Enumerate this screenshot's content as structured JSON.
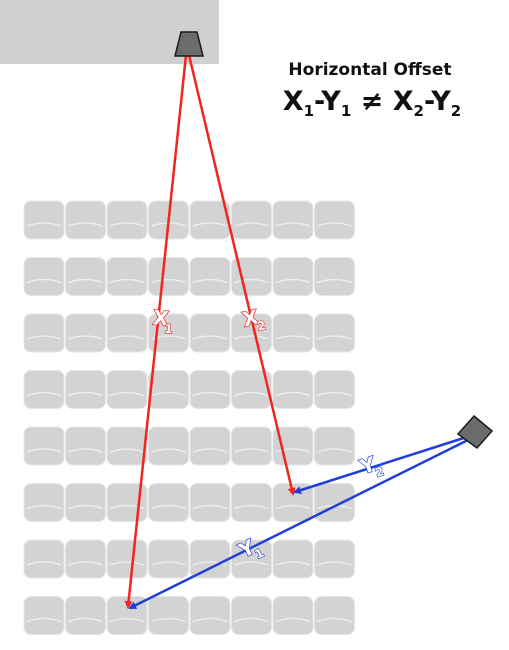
{
  "title": "Horizontal Offset",
  "formula": {
    "x1": "X",
    "x1_sub": "1",
    "sep1": "-",
    "y1": "Y",
    "y1_sub": "1",
    "neq": " ≠ ",
    "x2": "X",
    "x2_sub": "2",
    "sep2": "-",
    "y2": "Y",
    "y2_sub": "2"
  },
  "labels": {
    "x1": {
      "letter": "X",
      "sub": "1"
    },
    "x2": {
      "letter": "X",
      "sub": "2"
    },
    "y1": {
      "letter": "Y",
      "sub": "1"
    },
    "y2": {
      "letter": "Y",
      "sub": "2"
    }
  },
  "seating": {
    "rows": 8,
    "seats_per_row": 8
  },
  "colors": {
    "seat": "#d3d3d3",
    "seat_stroke": "#e6e6e6",
    "ceiling": "#d0d0d0",
    "projector": "#6b6b6b",
    "x_lines": "#f0261d",
    "y_lines": "#1f3fd8"
  },
  "icons": [
    "projector-top-icon",
    "projector-right-icon"
  ]
}
